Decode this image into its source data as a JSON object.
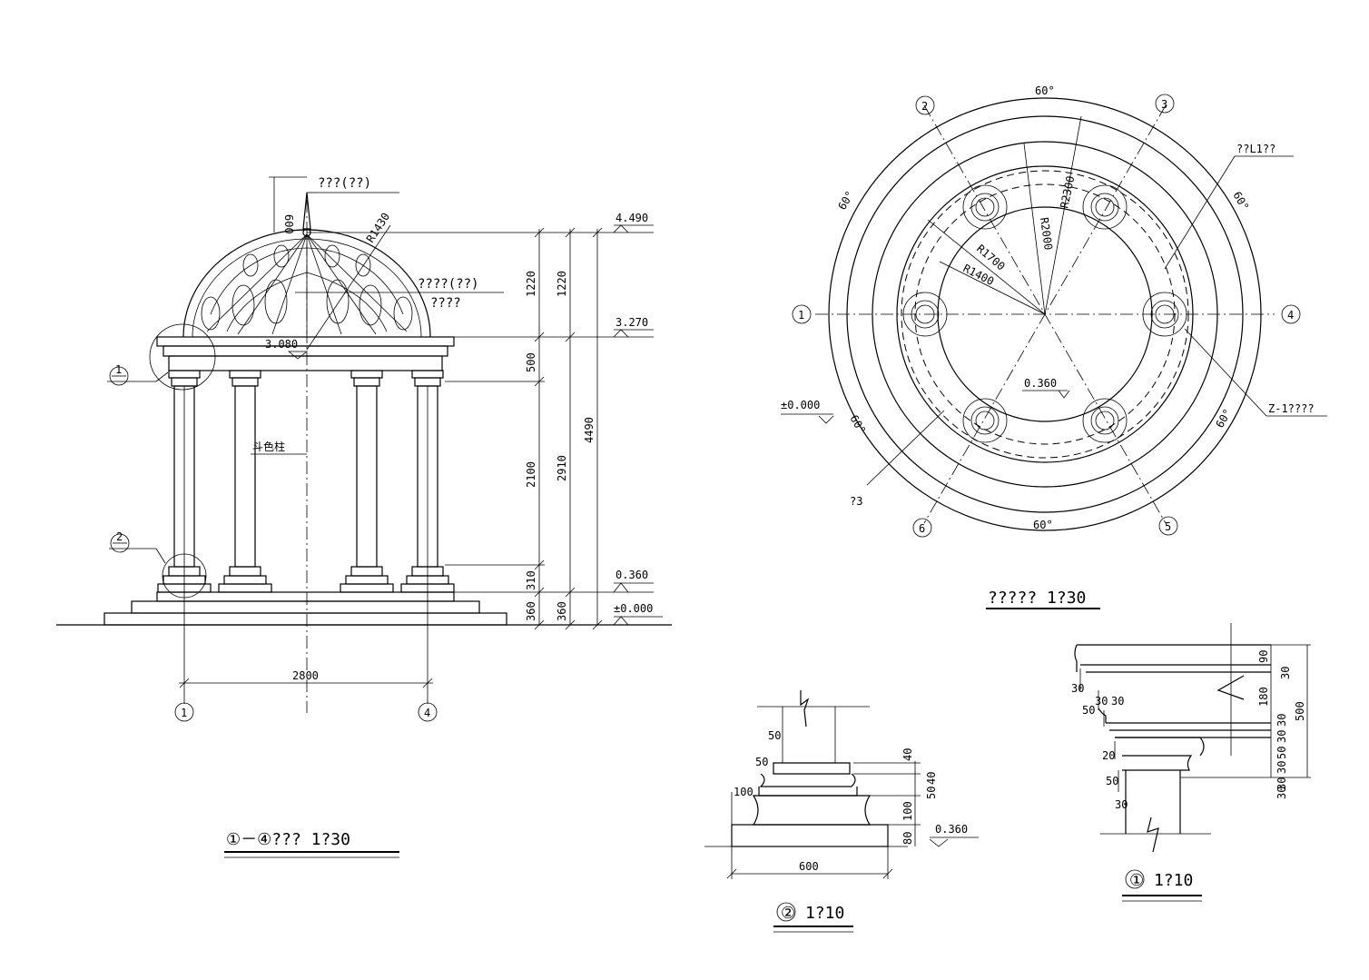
{
  "elevation": {
    "title": "①－④???   1?30",
    "finial_label": "???(??)",
    "dome_label_1": "????(??)",
    "dome_label_2": "????",
    "column_note": "斗色柱",
    "radius": "R1430",
    "inner_level": "3.080",
    "dim_600": "600",
    "dims_inner": [
      "1220",
      "500",
      "2100",
      "310",
      "360"
    ],
    "dims_mid": [
      "1220",
      "2910",
      "360"
    ],
    "dim_total": "4490",
    "levels": [
      "4.490",
      "3.270",
      "0.360",
      "±0.000"
    ],
    "width": "2800",
    "axis_left": "1",
    "axis_right": "4",
    "detail_1": "1",
    "detail_2": "2"
  },
  "plan": {
    "title": "?????  1?30",
    "axes": [
      "1",
      "2",
      "3",
      "4",
      "5",
      "6"
    ],
    "angles": [
      "60°",
      "60°",
      "60°",
      "60°",
      "60°",
      "60°"
    ],
    "radii": [
      "R1400",
      "R1700",
      "R2000",
      "R2300"
    ],
    "label_beam": "??L1??",
    "label_column": "Z-1????",
    "label_step": "?3",
    "level_inner": "0.360",
    "level_ground": "±0.000"
  },
  "detail_2": {
    "title": "② 1?10",
    "dims": [
      "50",
      "50",
      "100",
      "40",
      "40",
      "50",
      "100",
      "80"
    ],
    "width": "600",
    "level": "0.360"
  },
  "detail_1": {
    "title": "① 1?10",
    "dims_left": [
      "30",
      "30",
      "30",
      "50",
      "20",
      "50",
      "30"
    ],
    "dims_right": [
      "90",
      "30",
      "180",
      "30",
      "30",
      "50",
      "30",
      "30",
      "30"
    ],
    "total": "500"
  }
}
